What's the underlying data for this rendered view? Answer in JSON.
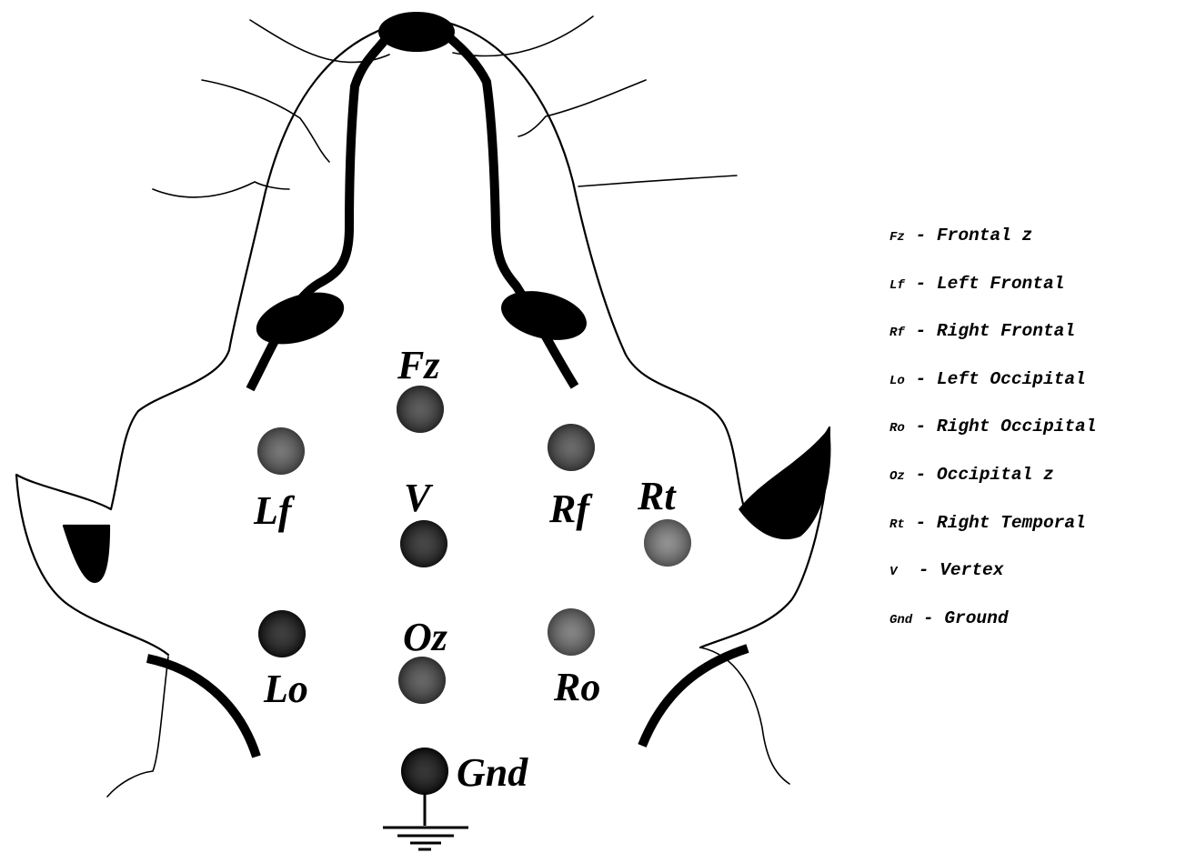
{
  "electrodes": [
    {
      "id": "fz",
      "label": "Fz",
      "shade": "#3a3a3a"
    },
    {
      "id": "lf",
      "label": "Lf",
      "shade": "#5a5a5a"
    },
    {
      "id": "rf",
      "label": "Rf",
      "shade": "#4a4a4a"
    },
    {
      "id": "v",
      "label": "V",
      "shade": "#1e1e1e"
    },
    {
      "id": "rt",
      "label": "Rt",
      "shade": "#7a7a7a"
    },
    {
      "id": "lo",
      "label": "Lo",
      "shade": "#141414"
    },
    {
      "id": "oz",
      "label": "Oz",
      "shade": "#454545"
    },
    {
      "id": "ro",
      "label": "Ro",
      "shade": "#6a6a6a"
    },
    {
      "id": "gnd",
      "label": "Gnd",
      "shade": "#0a0a0a"
    }
  ],
  "legend": [
    {
      "abbr": "Fz",
      "sep": " - ",
      "text": "Frontal z"
    },
    {
      "abbr": "Lf",
      "sep": " - ",
      "text": "Left Frontal"
    },
    {
      "abbr": "Rf",
      "sep": " - ",
      "text": "Right Frontal"
    },
    {
      "abbr": "Lo",
      "sep": " - ",
      "text": "Left Occipital"
    },
    {
      "abbr": "Ro",
      "sep": " - ",
      "text": "Right Occipital"
    },
    {
      "abbr": "Oz",
      "sep": " - ",
      "text": "Occipital z"
    },
    {
      "abbr": "Rt",
      "sep": " - ",
      "text": "Right Temporal"
    },
    {
      "abbr": "V",
      "sep": "  - ",
      "text": "Vertex"
    },
    {
      "abbr": "Gnd",
      "sep": " - ",
      "text": "Ground"
    }
  ]
}
